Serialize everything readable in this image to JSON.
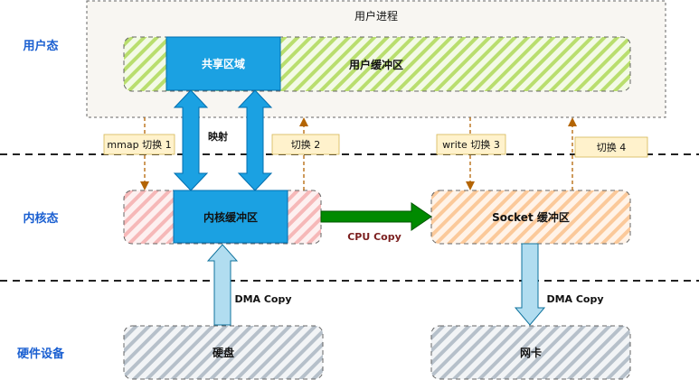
{
  "layers": {
    "user": "用户态",
    "kernel": "内核态",
    "hardware": "硬件设备"
  },
  "user_process": {
    "title": "用户进程",
    "shared_region": "共享区域",
    "user_buffer": "用户缓冲区"
  },
  "kernel": {
    "kernel_buffer": "内核缓冲区",
    "socket_buffer": "Socket 缓冲区"
  },
  "hardware": {
    "disk": "硬盘",
    "nic": "网卡"
  },
  "edges": {
    "mapping": "映射",
    "cpu_copy": "CPU Copy",
    "dma_copy_left": "DMA Copy",
    "dma_copy_right": "DMA Copy"
  },
  "switches": {
    "s1": "mmap 切换 1",
    "s2": "切换 2",
    "s3": "write 切换 3",
    "s4": "切换 4"
  },
  "colors": {
    "layer_label": "#1a5fd1",
    "blue_fill": "#1ba1e2",
    "blue_stroke": "#006eaf",
    "green_arrow": "#008a00",
    "switch_arrow": "#b46504",
    "switch_label_bg": "#fff2cc",
    "switch_label_border": "#d6b656",
    "cpu_copy_text": "#7b1f1f"
  }
}
